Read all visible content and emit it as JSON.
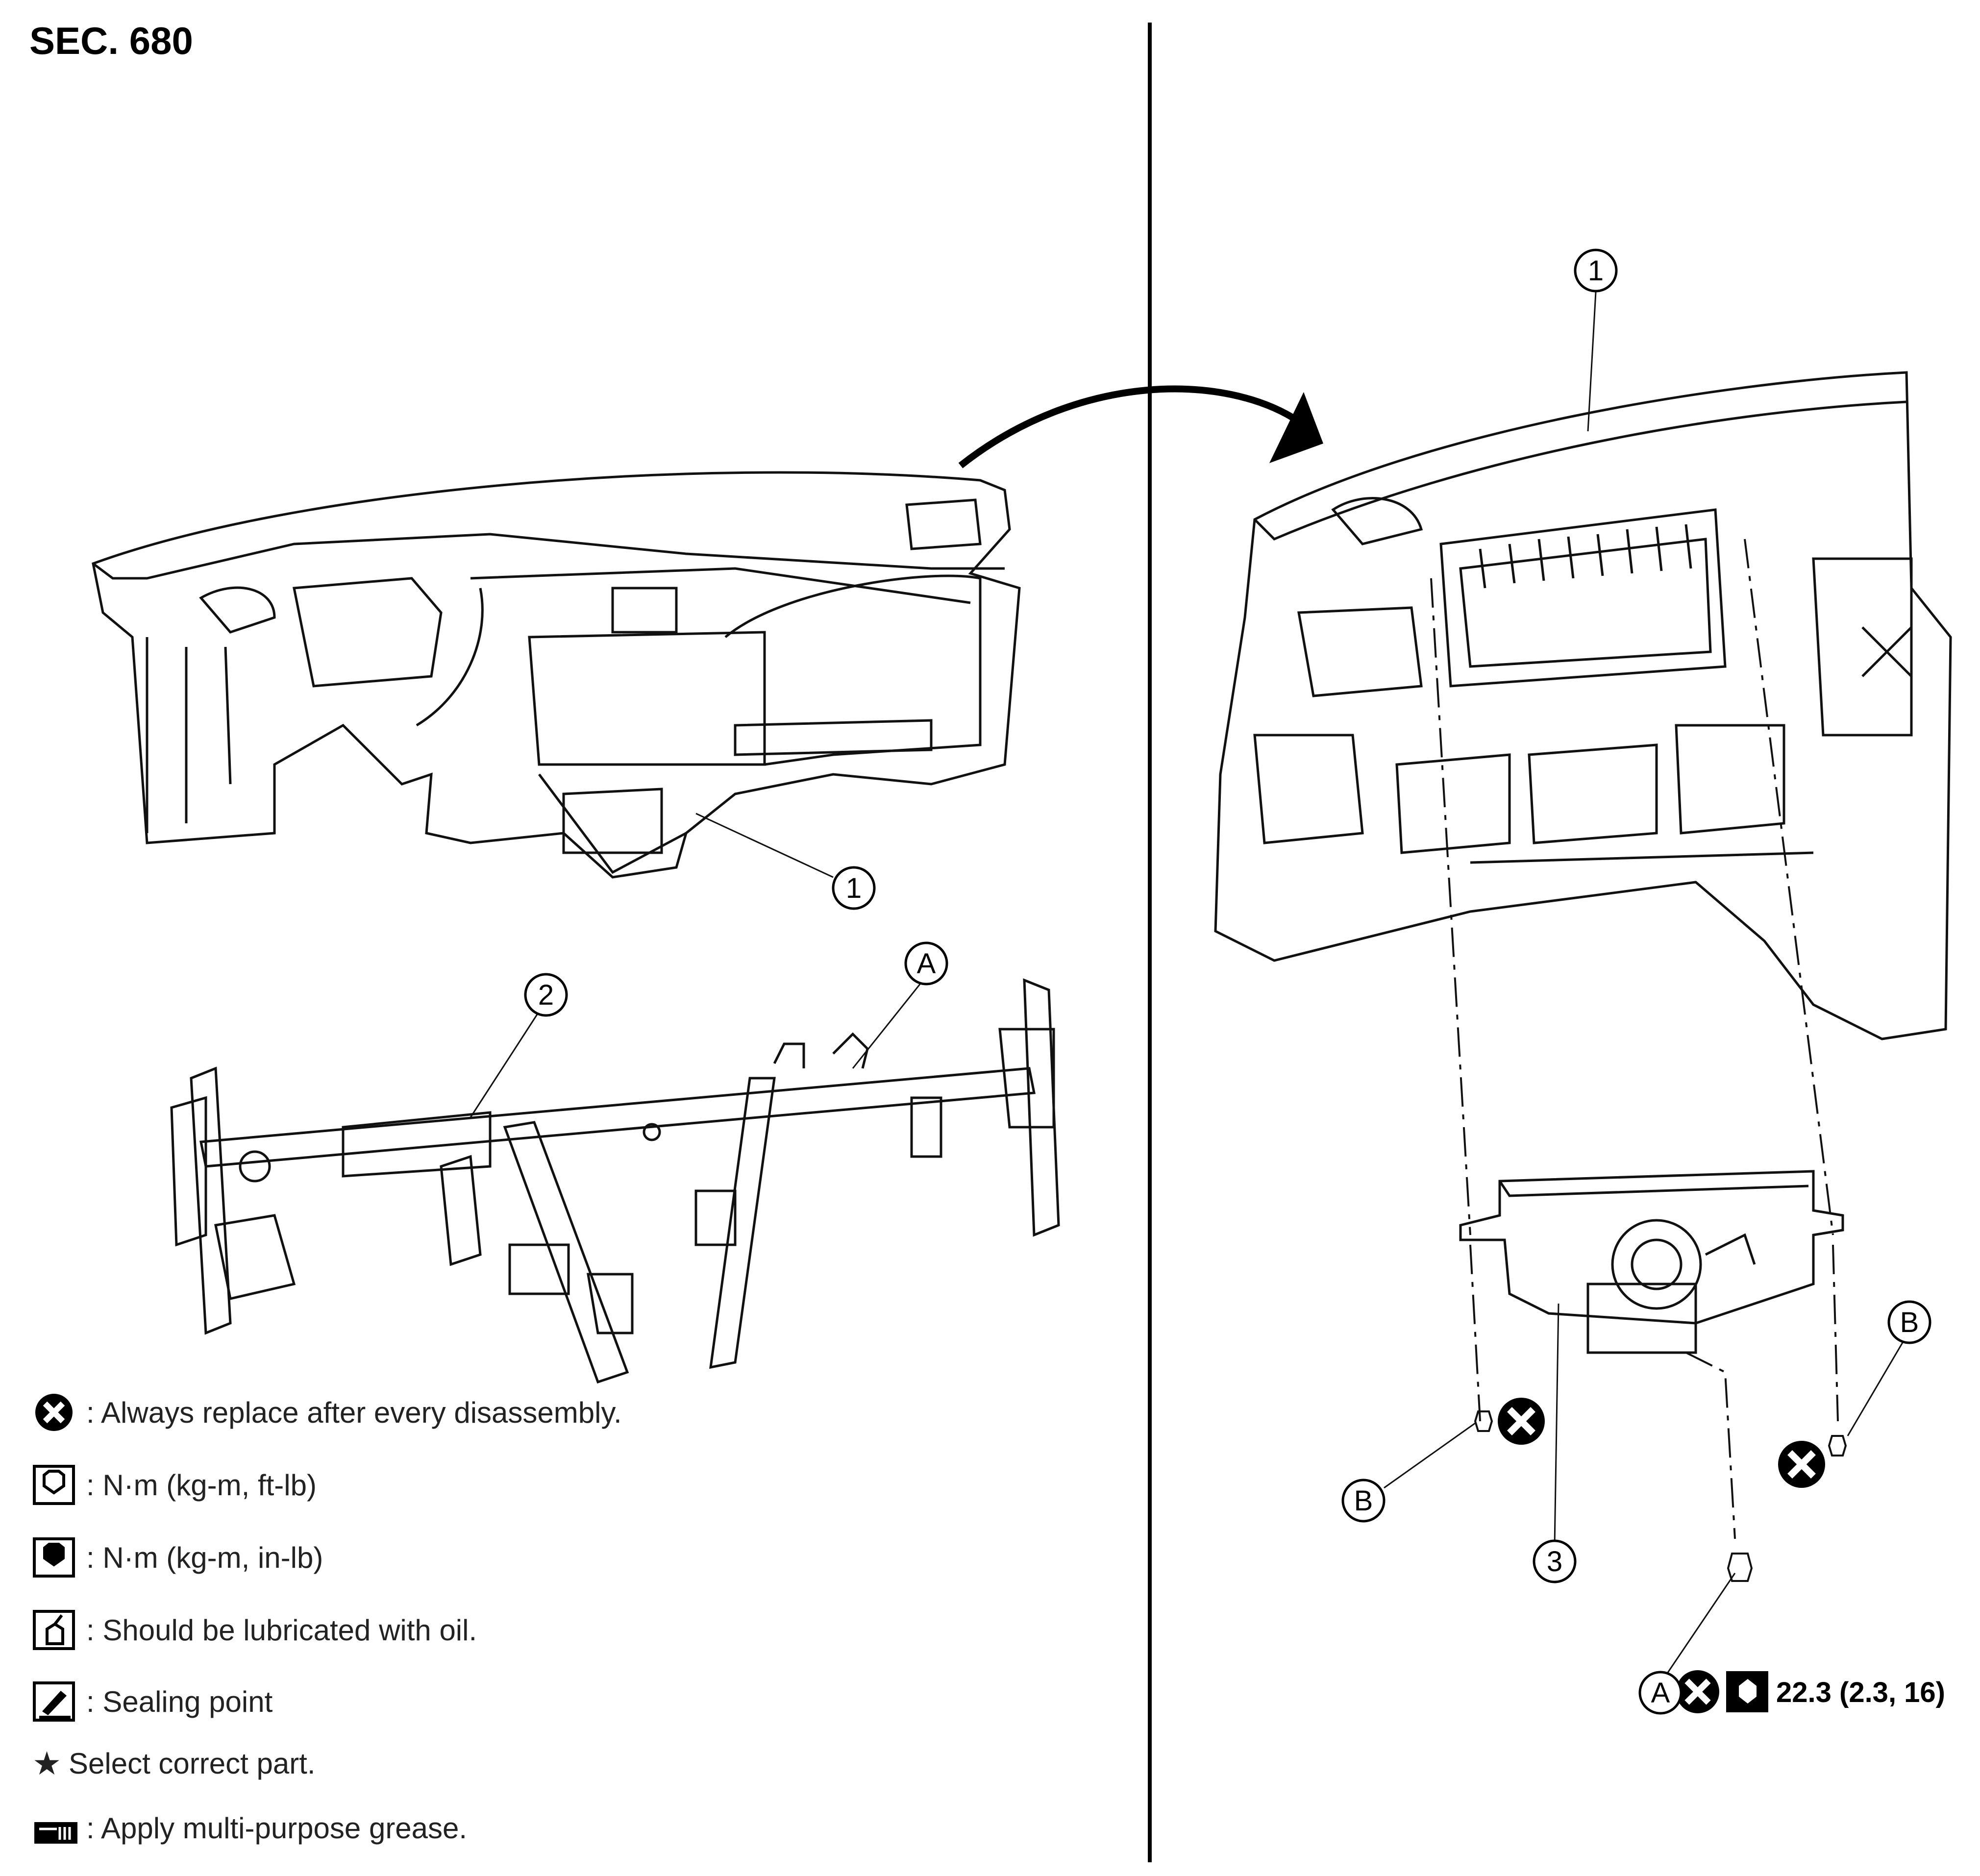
{
  "header": {
    "section": "SEC. 680"
  },
  "callouts": {
    "c1_left": "1",
    "c2": "2",
    "cA_top": "A",
    "c1_right": "1",
    "cB_right": "B",
    "cB_left": "B",
    "c3": "3",
    "cA_bottom": "A"
  },
  "torque_spec": "22.3 (2.3, 16)",
  "legend": [
    {
      "icon": "always-replace-icon",
      "text": ": Always replace after every disassembly."
    },
    {
      "icon": "torque-wrench-ft-lb-icon",
      "text": ": N·m (kg-m, ft-lb)"
    },
    {
      "icon": "torque-wrench-in-lb-icon",
      "text": ": N·m (kg-m, in-lb)"
    },
    {
      "icon": "oil-can-icon",
      "text": ": Should be lubricated with oil."
    },
    {
      "icon": "sealing-point-icon",
      "text": ": Sealing point"
    },
    {
      "icon": "star-icon",
      "text": "Select correct part."
    },
    {
      "icon": "grease-icon",
      "text": ": Apply multi-purpose grease."
    }
  ]
}
